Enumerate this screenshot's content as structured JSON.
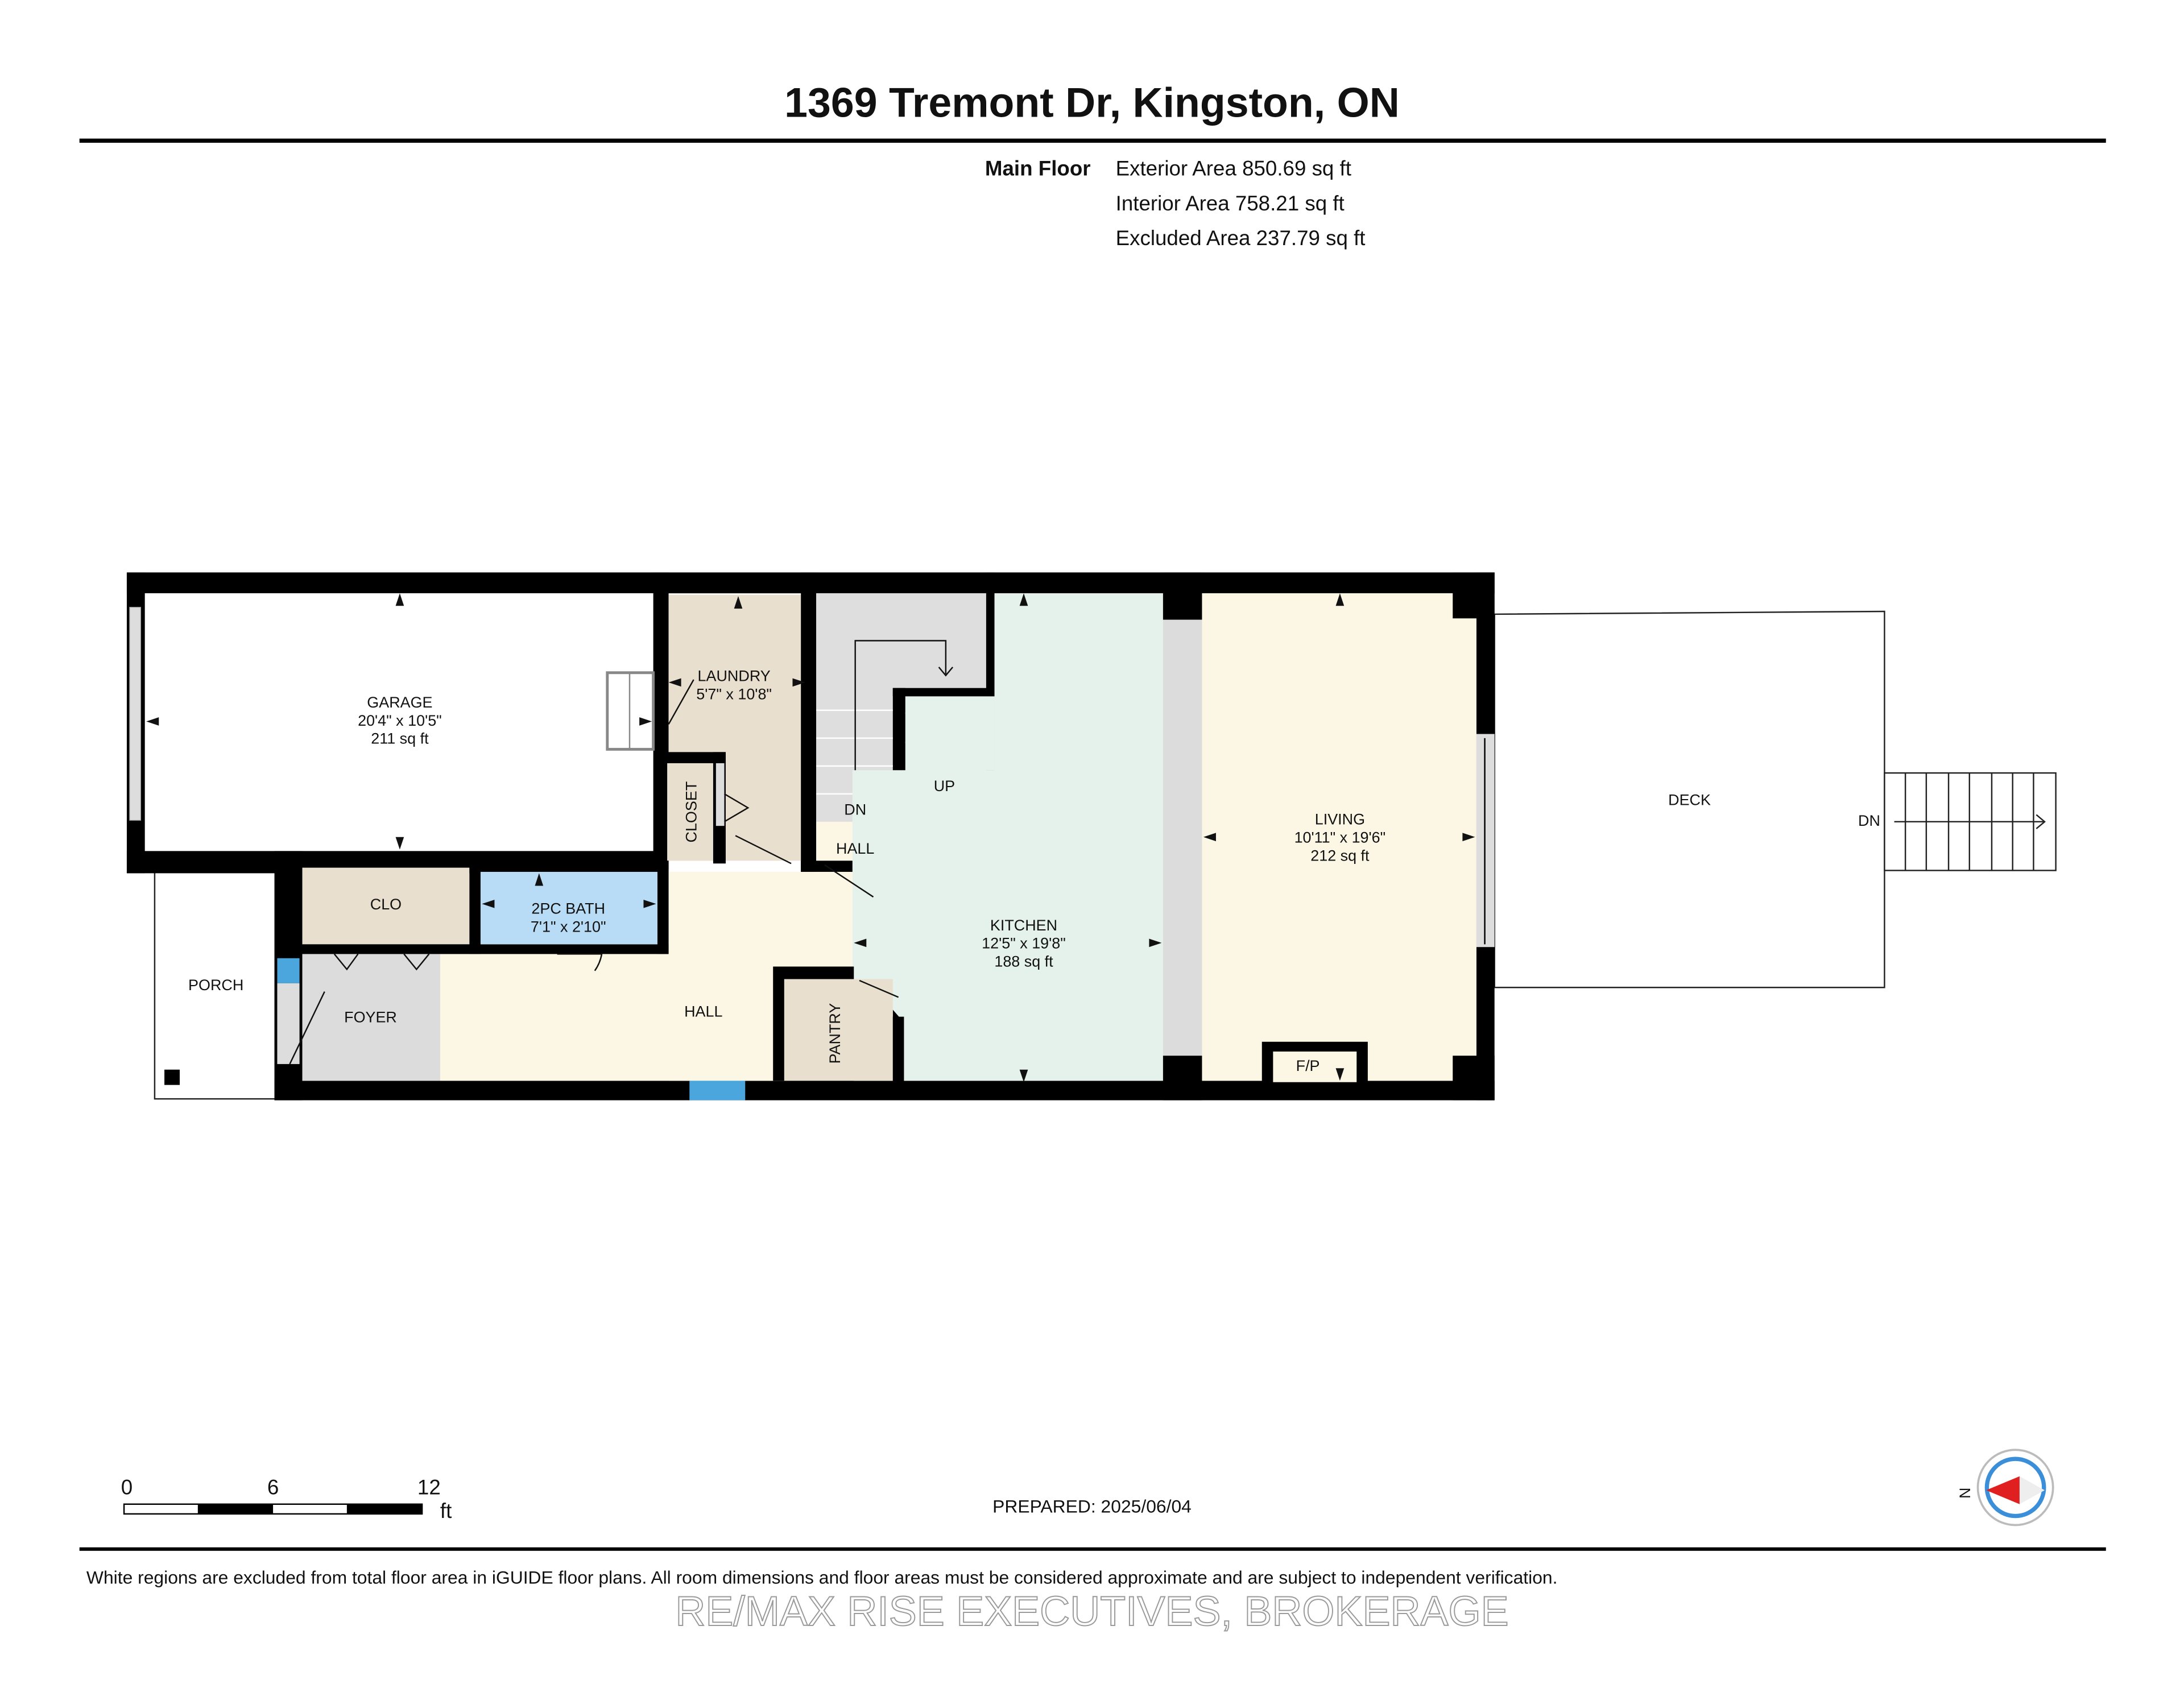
{
  "header": {
    "title": "1369 Tremont Dr, Kingston, ON"
  },
  "summary": {
    "floor": "Main Floor",
    "exterior": "Exterior Area 850.69 sq ft",
    "interior": "Interior Area 758.21 sq ft",
    "excluded": "Excluded Area 237.79 sq ft"
  },
  "rooms": {
    "garage": {
      "name": "GARAGE",
      "dims": "20'4\" x 10'5\"",
      "area": "211 sq ft"
    },
    "laundry": {
      "name": "LAUNDRY",
      "dims": "5'7\" x 10'8\""
    },
    "closet": {
      "name": "CLOSET"
    },
    "clo": {
      "name": "CLO"
    },
    "bath": {
      "name": "2PC BATH",
      "dims": "7'1\" x 2'10\""
    },
    "porch": {
      "name": "PORCH"
    },
    "foyer": {
      "name": "FOYER"
    },
    "hall": {
      "name": "HALL"
    },
    "hall_small": {
      "name": "HALL"
    },
    "pantry": {
      "name": "PANTRY"
    },
    "kitchen": {
      "name": "KITCHEN",
      "dims": "12'5\" x 19'8\"",
      "area": "188 sq ft"
    },
    "living": {
      "name": "LIVING",
      "dims": "10'11\" x 19'6\"",
      "area": "212 sq ft"
    },
    "fireplace": {
      "name": "F/P"
    },
    "deck": {
      "name": "DECK"
    }
  },
  "stairs": {
    "up": "UP",
    "dn": "DN",
    "deck_dn": "DN"
  },
  "scale": {
    "ticks": [
      "0",
      "6",
      "12"
    ],
    "unit": "ft"
  },
  "prepared": "PREPARED: 2025/06/04",
  "compass": {
    "label": "N",
    "needle_color": "#e02020",
    "ring_color": "#3a8fd8"
  },
  "colors": {
    "laundry": "#e8dfcf",
    "bath": "#b9dcf6",
    "hall": "#fcf7e4",
    "kitchen": "#e5f2eb",
    "gray": "#dcdcdc",
    "window": "#4aa6dc"
  },
  "footer": {
    "disclaimer": "White regions are excluded from total floor area in iGUIDE floor plans. All room dimensions and floor areas must be considered approximate and are subject to independent verification.",
    "watermark": "RE/MAX RISE EXECUTIVES, BROKERAGE"
  }
}
